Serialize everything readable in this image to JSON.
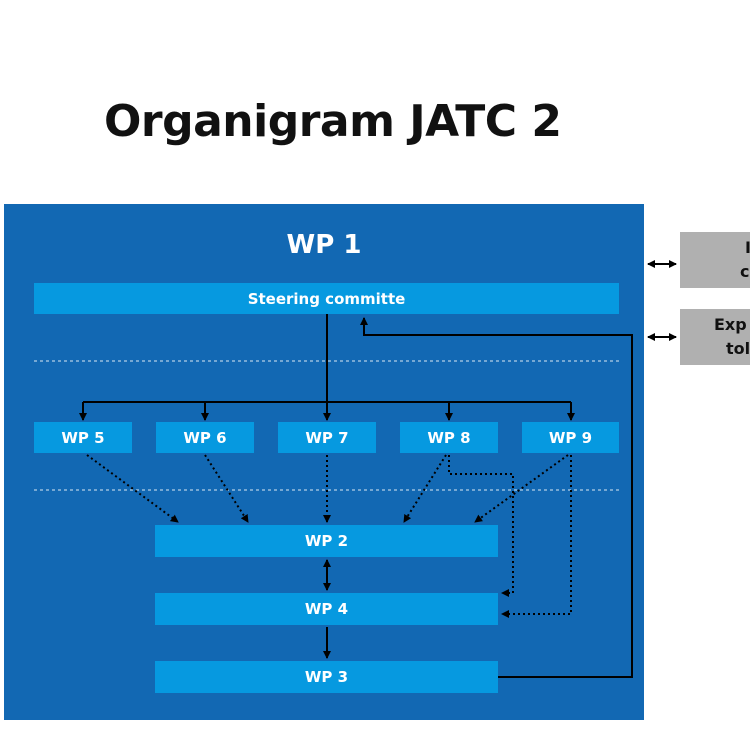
{
  "title": "Organigram JATC 2",
  "wp1": {
    "label": "WP 1"
  },
  "steering": {
    "label": "Steering committe"
  },
  "work_packages_top": [
    {
      "id": "wp5",
      "label": "WP 5"
    },
    {
      "id": "wp6",
      "label": "WP 6"
    },
    {
      "id": "wp7",
      "label": "WP 7"
    },
    {
      "id": "wp8",
      "label": "WP 8"
    },
    {
      "id": "wp9",
      "label": "WP 9"
    }
  ],
  "work_packages_bottom": [
    {
      "id": "wp2",
      "label": "WP 2"
    },
    {
      "id": "wp4",
      "label": "WP 4"
    },
    {
      "id": "wp3",
      "label": "WP 3"
    }
  ],
  "side_boxes": [
    {
      "line1": "I",
      "line2": "c"
    },
    {
      "line1": "Exp",
      "line2": "tol"
    }
  ],
  "colors": {
    "panel": "#1268b3",
    "box": "#0699e0",
    "side_box": "#b0b0b0",
    "line": "#000000"
  }
}
